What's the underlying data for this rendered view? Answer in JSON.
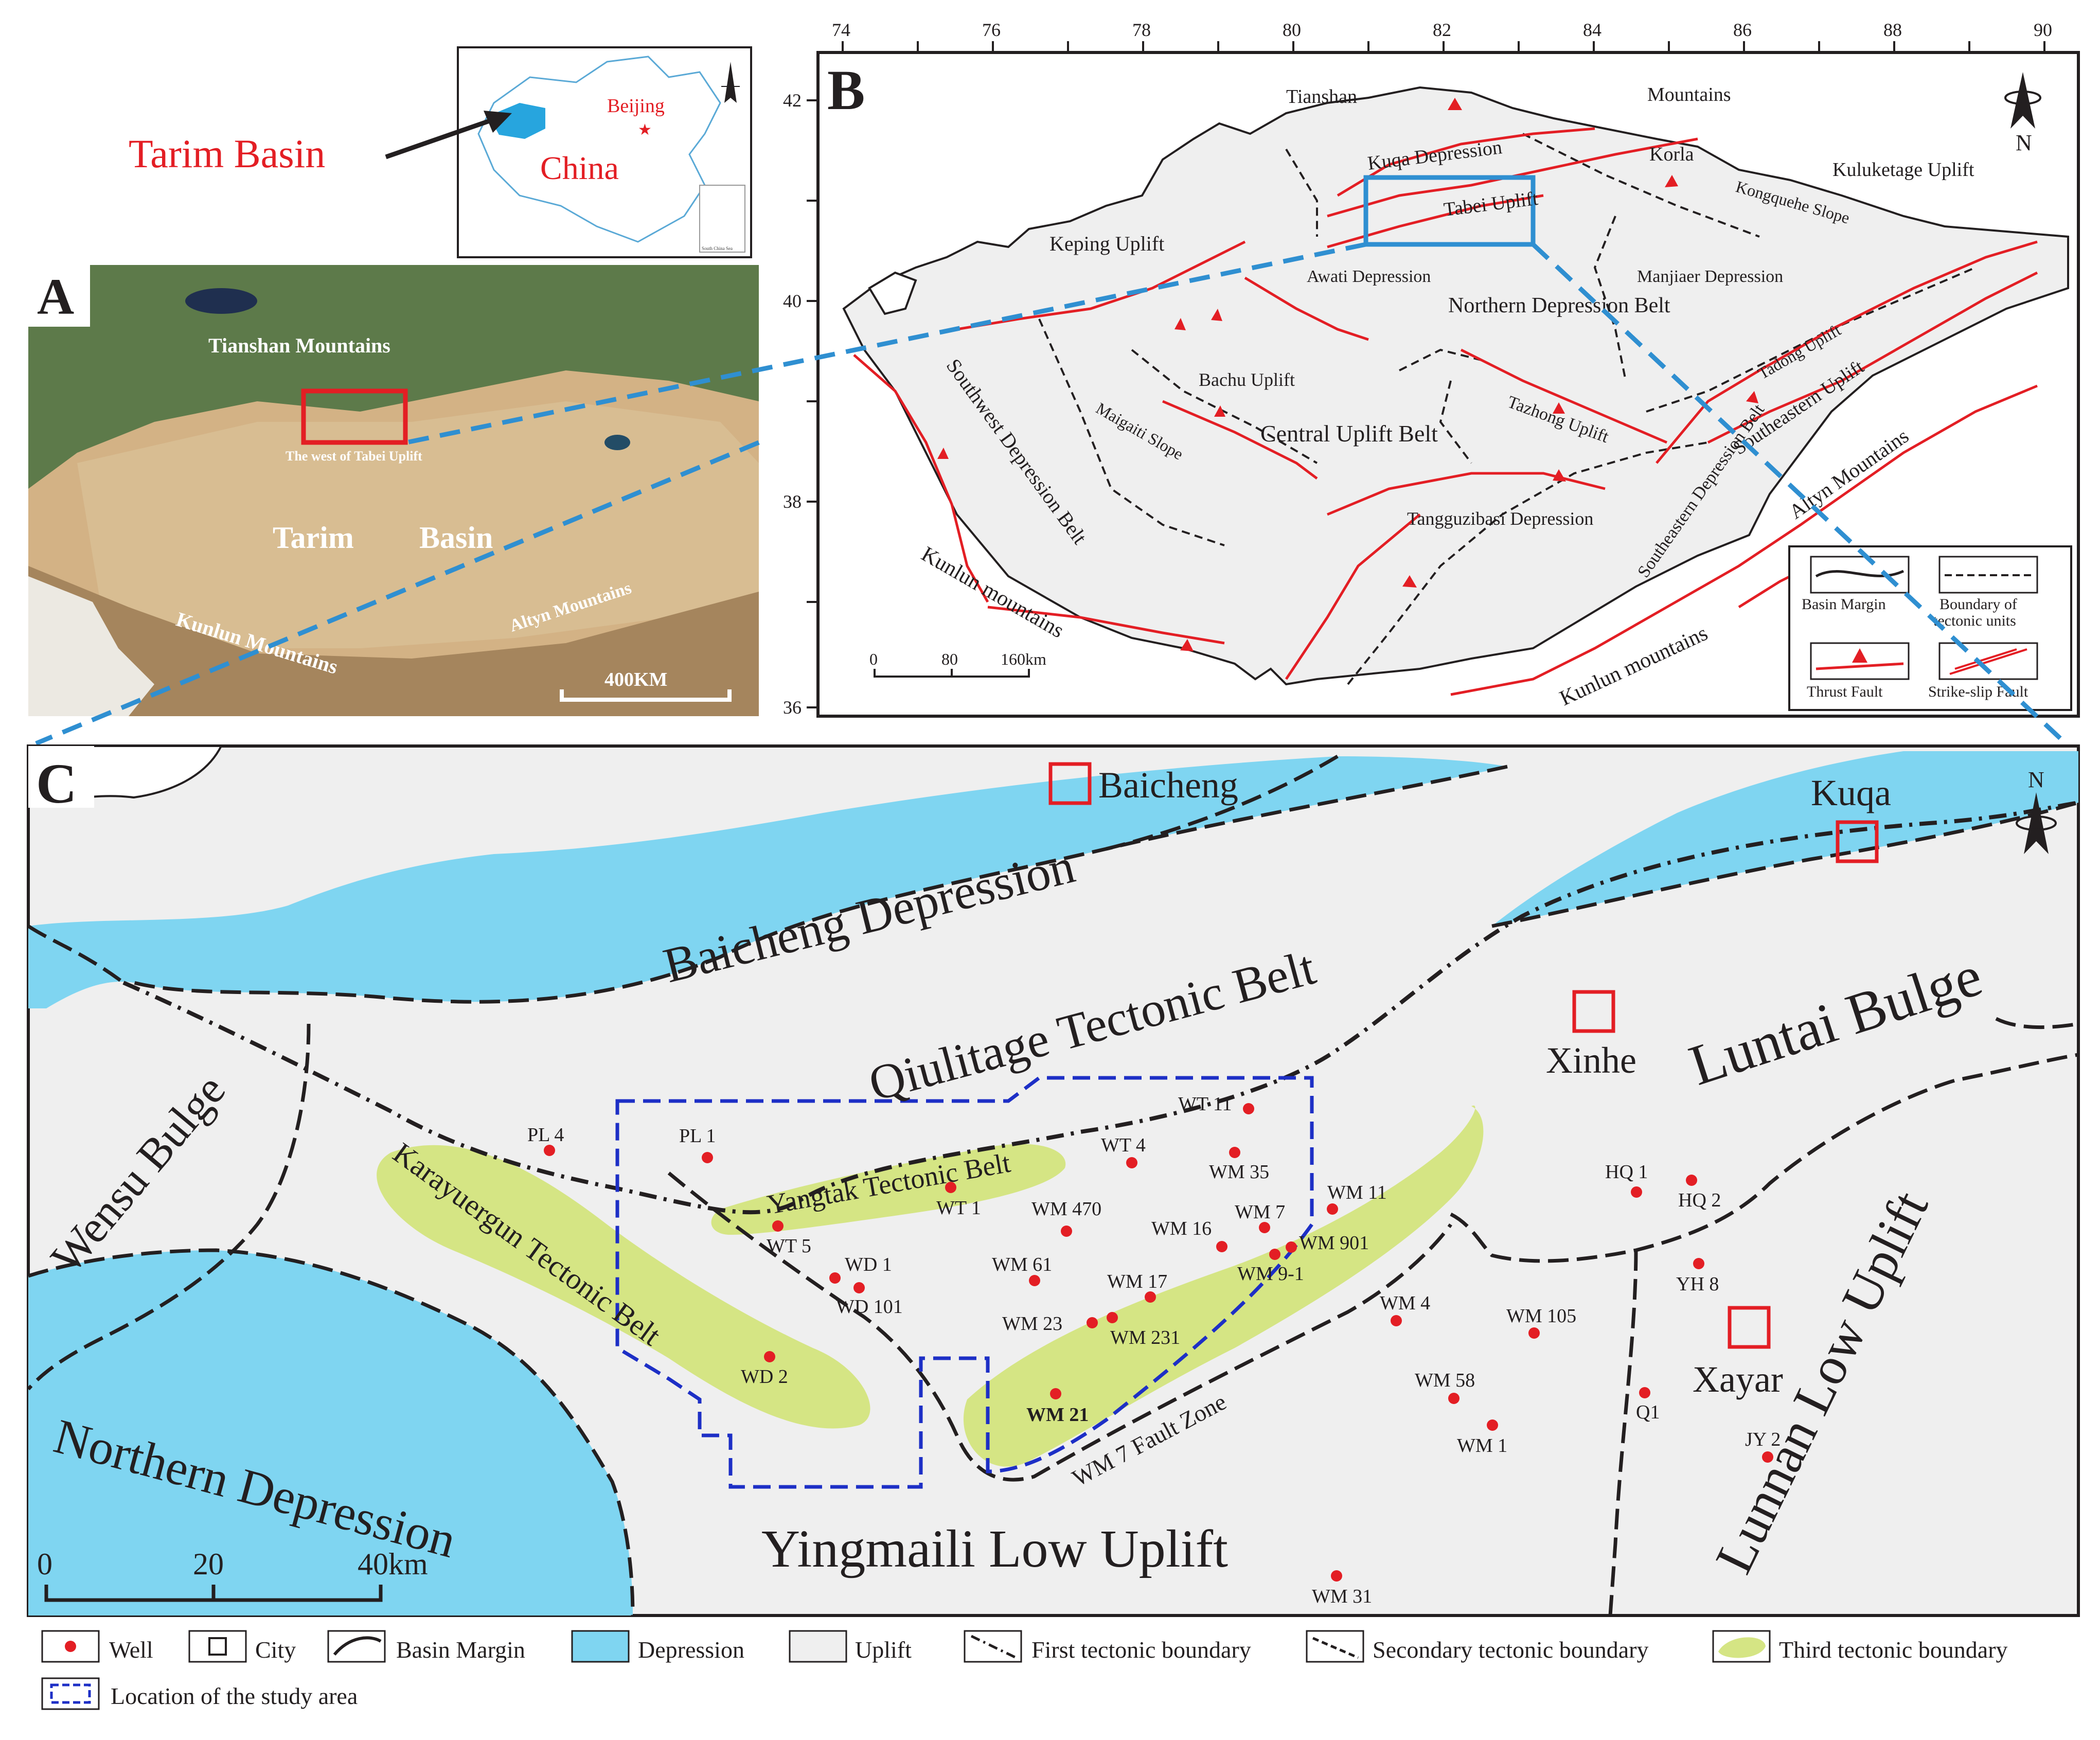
{
  "inset": {
    "callout": "Tarim Basin",
    "city": "Beijing",
    "country": "China",
    "minimap": "South China Sea"
  },
  "panel_a": {
    "letter": "A",
    "labels": [
      "Tianshan Mountains",
      "The west of Tabei Uplift",
      "Tarim",
      "Basin",
      "Kunlun Mountains",
      "Altyn Mountains"
    ],
    "scale": "400KM"
  },
  "panel_b": {
    "letter": "B",
    "north": "N",
    "lon_ticks": [
      "74",
      "76",
      "78",
      "80",
      "82",
      "84",
      "86",
      "88",
      "90"
    ],
    "lat_ticks": [
      "42",
      "40",
      "38",
      "36"
    ],
    "labels": {
      "tianshan": "Tianshan",
      "mountains": "Mountains",
      "kuqa_dep": "Kuqa Depression",
      "korla": "Korla",
      "kuluketage": "Kuluketage Uplift",
      "tabei": "Tabei Uplift",
      "kongquehe": "Kongquehe Slope",
      "keping": "Keping Uplift",
      "awati": "Awati Depression",
      "manjiaer": "Manjiaer Depression",
      "northern_dep_belt": "Northern Depression Belt",
      "tadong": "Tadong Uplift",
      "bachu": "Bachu Uplift",
      "southeastern_uplift": "Southeastern Uplift",
      "southwest_dep": "Southwest Depression Belt",
      "maigaiti": "Maigaiti Slope",
      "central_uplift": "Central Uplift Belt",
      "tazhong": "Tazhong Uplift",
      "southeastern_dep": "Southeastern Depression Belt",
      "altyn": "Altyn Mountains",
      "tangguzibasi": "Tangguzibasi Depression",
      "kunlun1": "Kunlun mountains",
      "kunlun2": "Kunlun mountains"
    },
    "scale_ticks": [
      "0",
      "80",
      "160km"
    ],
    "legend": {
      "basin_margin": "Basin Margin",
      "boundary1": "Boundary of",
      "boundary2": "tectonic units",
      "thrust": "Thrust Fault",
      "strike": "Strike-slip Fault"
    }
  },
  "panel_c": {
    "letter": "C",
    "north": "N",
    "regions": {
      "baicheng_dep": "Baicheng Depression",
      "qiulitage": "Qiulitage Tectonic  Belt",
      "luntai": "Luntai Bulge",
      "wensu": "Wensu Bulge",
      "karayuergun": "Karayuergun Tectonic Belt",
      "yangtak": "Yangtak Tectonic Belt",
      "northern_dep": "Northern Depression",
      "yingmaili": "Yingmaili Low Uplift",
      "lunnan": "Lunnan Low Uplift",
      "wm7_fault": "WM 7 Fault Zone"
    },
    "cities": {
      "baicheng": "Baicheng",
      "kuqa": "Kuqa",
      "xinhe": "Xinhe",
      "xayar": "Xayar"
    },
    "wells": [
      "PL 4",
      "PL 1",
      "WT 11",
      "WT 4",
      "WM 35",
      "HQ 1",
      "HQ 2",
      "WT 1",
      "WM 470",
      "WM 11",
      "WM 7",
      "WM 16",
      "WM 901",
      "WT 5",
      "WD 1",
      "WD 101",
      "WM 61",
      "WM 9-1",
      "WM 17",
      "YH 8",
      "WM 4",
      "WM 105",
      "WM 23",
      "WM 231",
      "WD 2",
      "WM 58",
      "WM 21",
      "Q1",
      "WM 1",
      "JY 2",
      "WM 31"
    ],
    "scale_ticks": [
      "0",
      "20",
      "40km"
    ]
  },
  "legend": {
    "well": "Well",
    "city": "City",
    "basin_margin": "Basin Margin",
    "depression": "Depression",
    "uplift": "Uplift",
    "first": "First tectonic boundary",
    "secondary": "Secondary tectonic boundary",
    "third": "Third tectonic boundary",
    "study_area": "Location of the study area"
  },
  "colors": {
    "depression": "#7fd5f1",
    "uplift": "#efefef",
    "third_boundary": "#d5e584",
    "fault": "#e31e24",
    "study_area": "#1d2fc6",
    "callout": "#2f8fd1"
  }
}
